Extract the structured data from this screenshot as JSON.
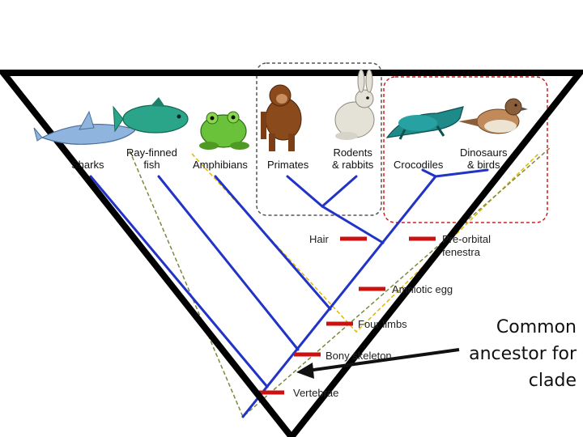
{
  "taxa": [
    {
      "label": "Sharks"
    },
    {
      "label": "Ray-finned fish"
    },
    {
      "label": "Amphibians"
    },
    {
      "label": "Primates"
    },
    {
      "label": "Rodents & rabbits"
    },
    {
      "label": "Crocodiles"
    },
    {
      "label": "Dinosaurs & birds"
    }
  ],
  "taxon_line2": [
    "fish",
    "& rabbits",
    "& birds"
  ],
  "traits": [
    "Hair",
    "Pre-orbital fenestra",
    "Amniotic egg",
    "Four limbs",
    "Bony skeleton",
    "Vertebrae"
  ],
  "callout": {
    "lines": [
      "Common",
      "ancestor for",
      "clade"
    ]
  },
  "colors": {
    "branch": "#2233c8",
    "trait_bar": "#cc1111",
    "clade_yellow": "#e0b800",
    "clade_olive": "#7a8a3a",
    "clade_red": "#cc2222",
    "clade_gray": "#555555",
    "triangle": "#000000"
  },
  "icons": [
    "shark-icon",
    "tuna-icon",
    "frog-icon",
    "chimp-icon",
    "rabbit-icon",
    "crocodile-icon",
    "sparrow-icon"
  ]
}
